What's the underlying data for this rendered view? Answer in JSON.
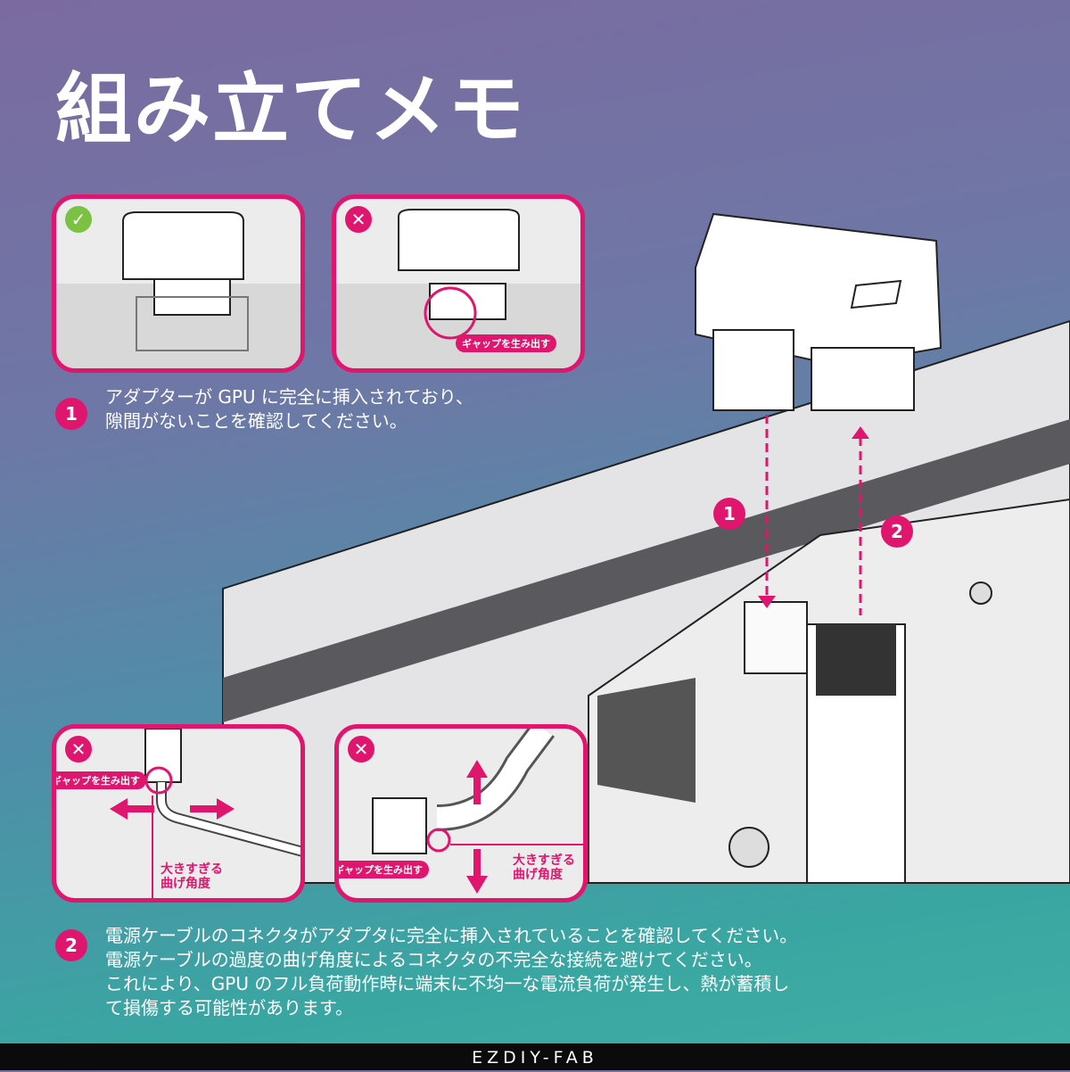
{
  "title": "組み立てメモ",
  "panels": {
    "top_left": {
      "status": "check"
    },
    "top_right": {
      "status": "cross",
      "tag": "ギャップを生み出す"
    },
    "bottom_left": {
      "status": "cross",
      "tag": "ギャップを生み出す",
      "angle_line1": "大きすぎる",
      "angle_line2": "曲げ角度"
    },
    "bottom_right": {
      "status": "cross",
      "tag": "ギャップを生み出す",
      "angle_line1": "大きすぎる",
      "angle_line2": "曲げ角度"
    }
  },
  "steps": [
    {
      "number": "1",
      "lines": [
        "アダプターが GPU に完全に挿入されており、",
        "隙間がないことを確認してください。"
      ]
    },
    {
      "number": "2",
      "lines": [
        "電源ケーブルのコネクタがアダプタに完全に挿入されていることを確認してください。",
        "電源ケーブルの過度の曲げ角度によるコネクタの不完全な接続を避けてください。",
        "これにより、GPU のフル負荷動作時に端末に不均一な電流負荷が発生し、熱が蓄積し",
        "て損傷する可能性があります。"
      ]
    }
  ],
  "diagram_markers": [
    "1",
    "2"
  ],
  "brand": "EZDIY-FAB",
  "colors": {
    "accent": "#e0156e",
    "ok": "#7cc242"
  }
}
